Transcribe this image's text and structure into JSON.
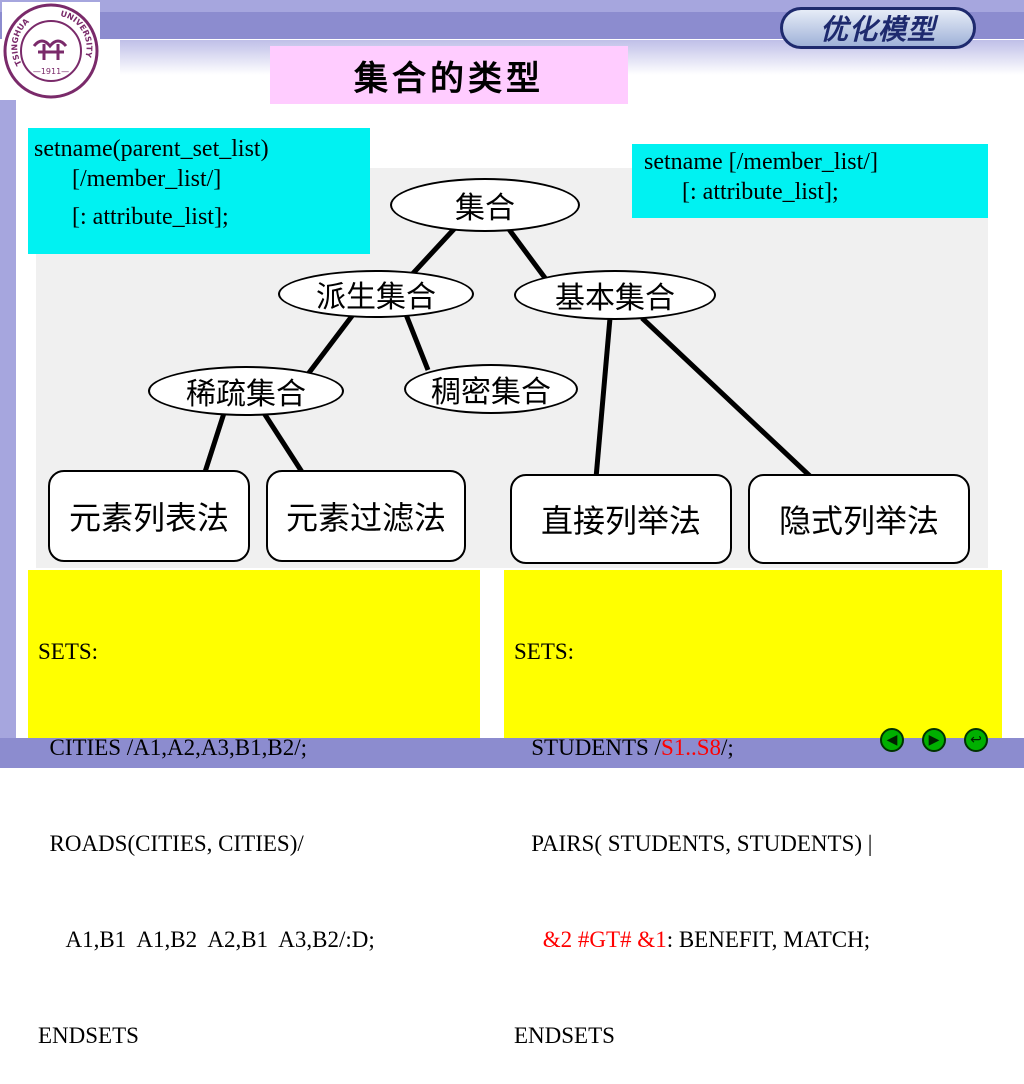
{
  "header": {
    "section_title": "优化模型",
    "logo_text": {
      "top": "TSINGHUA",
      "right": "UNIVERSITY",
      "year": "—1911—"
    }
  },
  "page_title": "集合的类型",
  "syntax": {
    "derived": {
      "line1": "setname(parent_set_list)",
      "line2": "[/member_list/]",
      "line3": "[: attribute_list];"
    },
    "primitive": {
      "line1": "setname [/member_list/]",
      "line2": "[: attribute_list];"
    }
  },
  "tree": {
    "root": "集合",
    "derived": "派生集合",
    "primitive": "基本集合",
    "sparse": "稀疏集合",
    "dense": "稠密集合",
    "leaves": [
      "元素列表法",
      "元素过滤法",
      "直接列举法",
      "隐式列举法"
    ]
  },
  "example_left": {
    "lines": [
      "SETS:",
      "  CITIES /A1,A2,A3,B1,B2/;",
      "  ROADS(CITIES, CITIES)/",
      "     A1,B1  A1,B2  A2,B1  A3,B2/:D;",
      "ENDSETS"
    ]
  },
  "example_right": {
    "line1": "SETS:",
    "line2_pre": "   STUDENTS /",
    "line2_red": "S1..S8",
    "line2_post": "/;",
    "line3": "   PAIRS( STUDENTS, STUDENTS) |",
    "line4_red": "     &2 #GT# &1",
    "line4_post": ": BENEFIT, MATCH;",
    "line5": "ENDSETS"
  },
  "nav": {
    "prev_icon": "arrow-left",
    "next_icon": "arrow-right",
    "return_icon": "return"
  },
  "colors": {
    "band": "#8c8ccf",
    "title_bg": "#ffccff",
    "syntax_bg": "#00f2f2",
    "example_bg": "#ffff00",
    "highlight": "#ff0000",
    "nav_green": "#00b000"
  }
}
